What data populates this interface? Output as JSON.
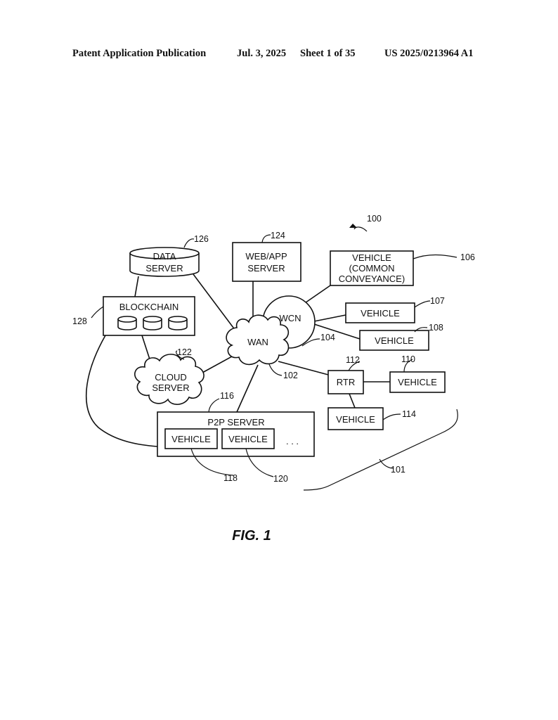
{
  "header": {
    "publication": "Patent Application Publication",
    "date": "Jul. 3, 2025",
    "sheet": "Sheet 1 of 35",
    "number": "US 2025/0213964 A1"
  },
  "figure": {
    "caption": "FIG. 1",
    "system_ref": "100",
    "nodes": {
      "data_server": {
        "line1": "DATA",
        "line2": "SERVER",
        "ref": "126"
      },
      "web_app_server": {
        "line1": "WEB/APP",
        "line2": "SERVER",
        "ref": "124"
      },
      "common_vehicle": {
        "line1": "VEHICLE",
        "line2": "(COMMON",
        "line3": "CONVEYANCE)",
        "ref": "106"
      },
      "blockchain": {
        "label": "BLOCKCHAIN",
        "ref": "128"
      },
      "wcn": {
        "label": "WCN",
        "ref": "104"
      },
      "wan": {
        "label": "WAN",
        "ref": "102"
      },
      "vehicle_107": {
        "label": "VEHICLE",
        "ref": "107"
      },
      "vehicle_108": {
        "label": "VEHICLE",
        "ref": "108"
      },
      "cloud_server": {
        "line1": "CLOUD",
        "line2": "SERVER",
        "ref": "122"
      },
      "rtr": {
        "label": "RTR",
        "ref": "112"
      },
      "vehicle_110": {
        "label": "VEHICLE",
        "ref": "110"
      },
      "vehicle_114": {
        "label": "VEHICLE",
        "ref": "114"
      },
      "p2p_server": {
        "label": "P2P SERVER",
        "ref": "116",
        "ellipsis": ". . ."
      },
      "vehicle_118": {
        "label": "VEHICLE",
        "ref": "118"
      },
      "vehicle_120": {
        "label": "VEHICLE",
        "ref": "120"
      },
      "vehicle_group": {
        "ref": "101"
      }
    }
  }
}
